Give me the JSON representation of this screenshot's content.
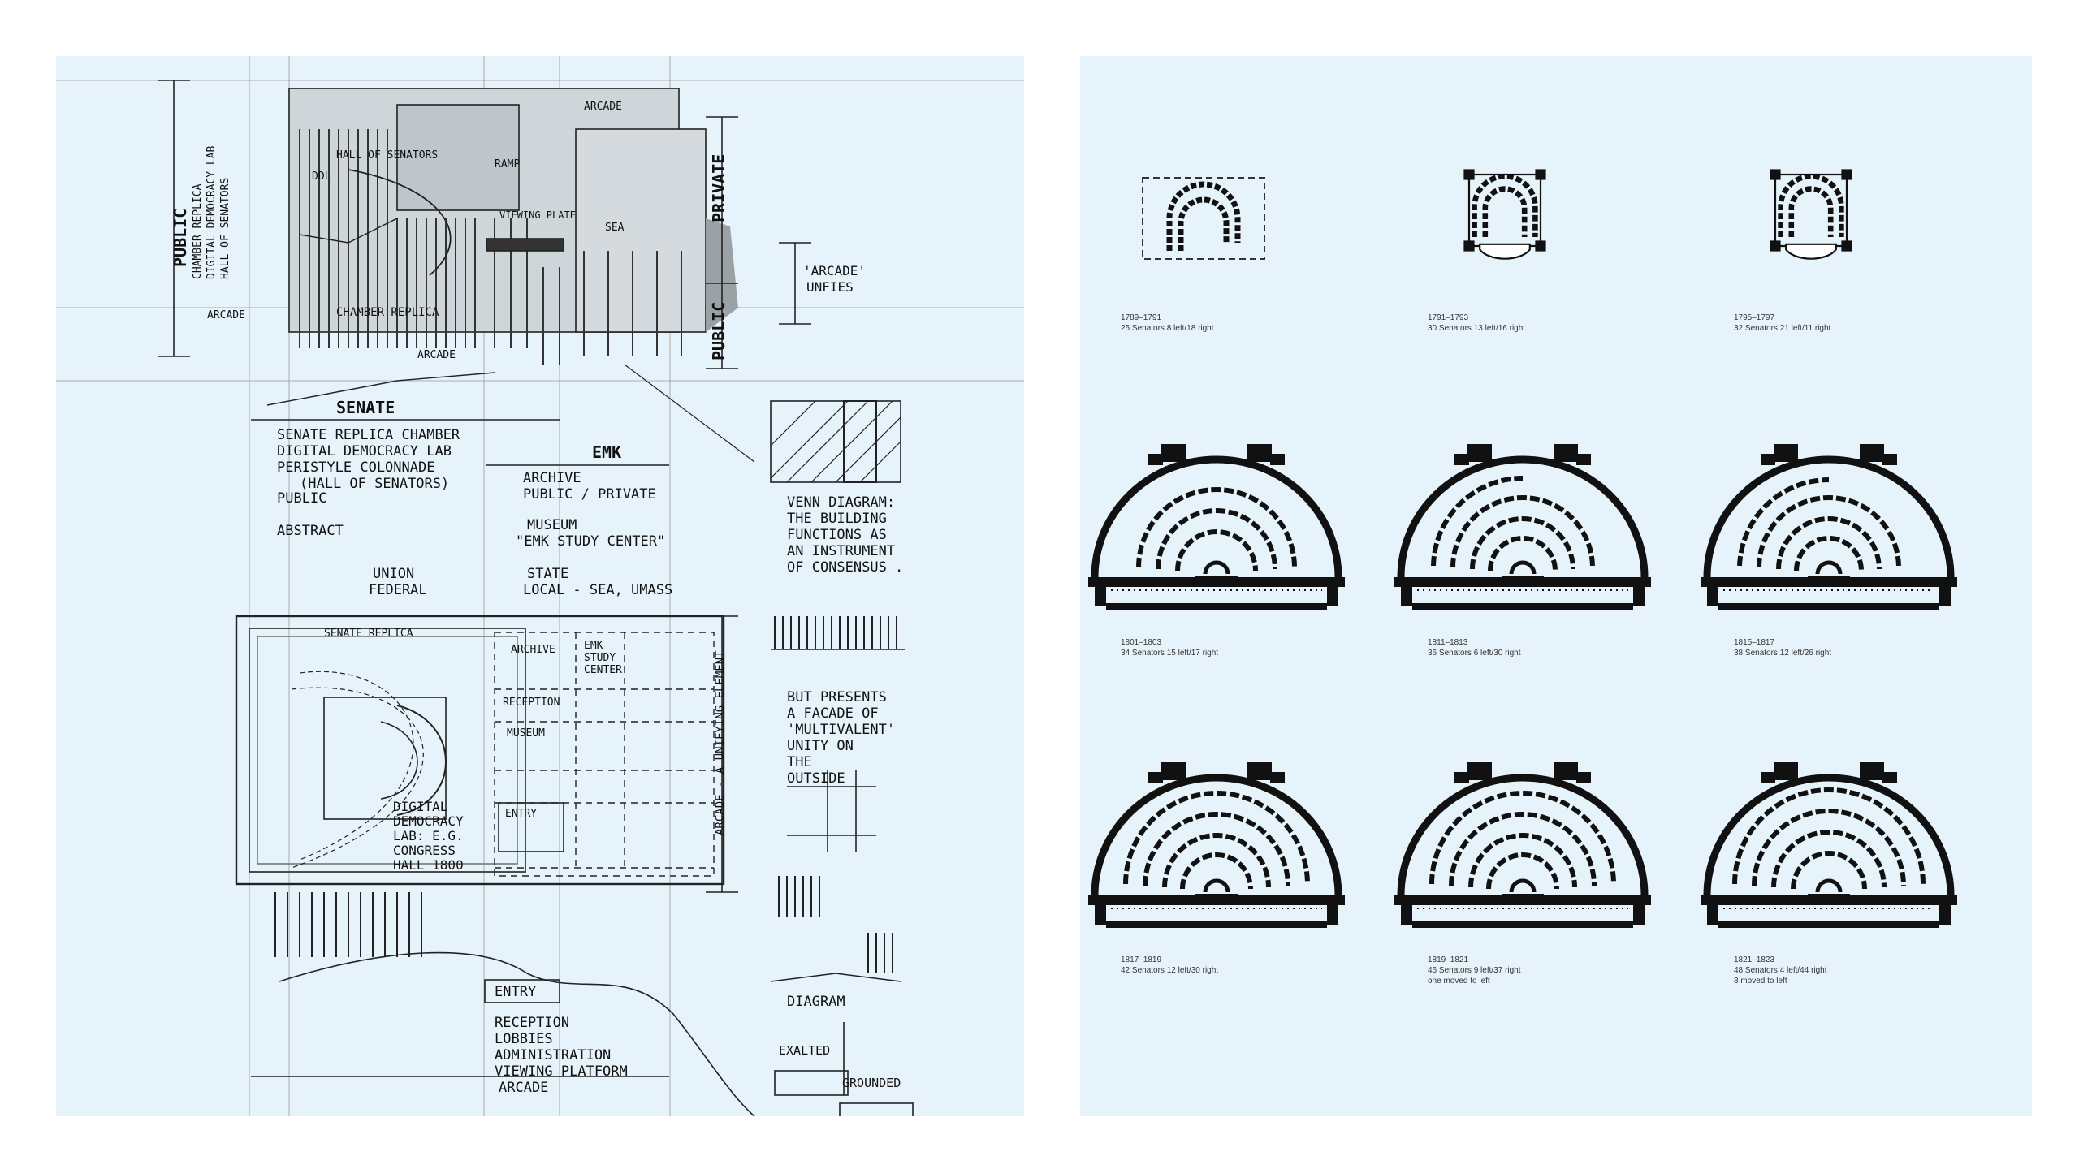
{
  "sketch": {
    "elevation": {
      "hall_of_senators": "HALL OF SENATORS",
      "ramp": "RAMP",
      "ddl": "DDL",
      "viewing_plate": "VIEWING PLATE",
      "sea": "SEA",
      "arcade_top": "ARCADE",
      "arcade_left": "ARCADE",
      "arcade_bottom": "ARCADE",
      "chamber_replica": "CHAMBER REPLICA",
      "public_vertical": "PUBLIC",
      "public_notes": [
        "CHAMBER REPLICA",
        "DIGITAL DEMOCRACY LAB",
        "HALL OF SENATORS"
      ],
      "private_vertical": "PRIVATE",
      "public_right_vertical": "PUBLIC",
      "arcade_unifies": [
        "'ARCADE'",
        "UNFIES"
      ]
    },
    "notes": {
      "senate": "SENATE",
      "emk": "EMK",
      "senate_list": [
        "SENATE REPLICA CHAMBER",
        "DIGITAL DEMOCRACY LAB",
        "PERISTYLE COLONNADE",
        "(HALL OF SENATORS)"
      ],
      "archive": [
        "ARCHIVE",
        "PUBLIC / PRIVATE"
      ],
      "public_arrow": "PUBLIC",
      "abstract": "ABSTRACT",
      "museum": [
        "MUSEUM",
        "\"EMK STUDY CENTER\""
      ],
      "union_federal": [
        "UNION",
        "FEDERAL"
      ],
      "state_local": [
        "STATE",
        "LOCAL - SEA, UMASS"
      ],
      "venn": [
        "VENN DIAGRAM:",
        "THE BUILDING",
        "FUNCTIONS AS",
        "AN INSTRUMENT",
        "OF CONSENSUS ."
      ],
      "but_presents": [
        "BUT PRESENTS",
        "A FACADE OF",
        "'MULTIVALENT'",
        "UNITY ON",
        "THE",
        "OUTSIDE"
      ],
      "diagram": "DIAGRAM",
      "exalted": "EXALTED",
      "grounded": "GROUNDED"
    },
    "plan": {
      "senate_replica": "SENATE REPLICA",
      "archive": "ARCHIVE",
      "emk_study_center": [
        "EMK",
        "STUDY",
        "CENTER"
      ],
      "reception": "RECEPTION",
      "museum": "MUSEUM",
      "entry": "ENTRY",
      "digital_democracy": [
        "DIGITAL",
        "DEMOCRACY",
        "LAB: E.G.",
        "CONGRESS",
        "HALL 1800"
      ],
      "arcade_vertical": "ARCADE - A UNIFYING ELEMENT"
    },
    "bottom": {
      "entry": "ENTRY",
      "list": [
        "RECEPTION",
        "LOBBIES",
        "ADMINISTRATION",
        "VIEWING PLATFORM"
      ],
      "arcade": "ARCADE"
    }
  },
  "timeline": [
    {
      "years": "1789–1791",
      "detail": "26 Senators  8 left/18 right",
      "note": ""
    },
    {
      "years": "1791–1793",
      "detail": "30 Senators  13 left/16 right",
      "note": ""
    },
    {
      "years": "1795–1797",
      "detail": "32 Senators  21 left/11 right",
      "note": ""
    },
    {
      "years": "1801–1803",
      "detail": "34 Senators  15 left/17 right",
      "note": ""
    },
    {
      "years": "1811–1813",
      "detail": "36 Senators  6 left/30 right",
      "note": ""
    },
    {
      "years": "1815–1817",
      "detail": "38 Senators  12 left/26 right",
      "note": ""
    },
    {
      "years": "1817–1819",
      "detail": "42 Senators  12 left/30 right",
      "note": ""
    },
    {
      "years": "1819–1821",
      "detail": "46 Senators  9 left/37 right",
      "note": "one moved to left"
    },
    {
      "years": "1821–1823",
      "detail": "48 Senators  4 left/44 right",
      "note": "8 moved to left"
    }
  ]
}
